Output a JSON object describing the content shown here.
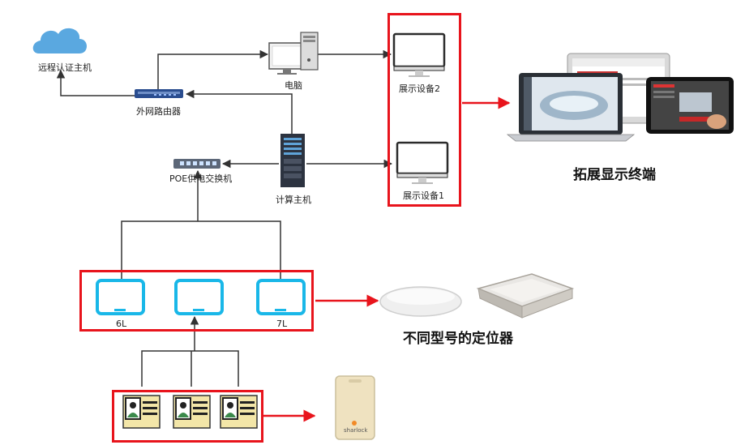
{
  "labels": {
    "cloud": "远程认证主机",
    "router": "外网路由器",
    "pc": "电脑",
    "display2": "展示设备2",
    "display1": "展示设备1",
    "poe": "POE供电交换机",
    "compute": "计算主机",
    "tablet1": "6L",
    "tablet3": "7L",
    "ext_display_caption": "拓展显示终端",
    "locator_caption": "不同型号的定位器"
  },
  "colors": {
    "red_frame": "#e8141c",
    "tablet_blue": "#19b7e8",
    "line": "#333333",
    "cloud_blue": "#5aa8e0",
    "badge_yellow": "#f3e6a8"
  },
  "icons": {
    "cloud": "cloud-icon",
    "router": "router-icon",
    "switch": "switch-icon",
    "server": "server-tower-icon",
    "pc": "desktop-pc-icon",
    "monitor": "monitor-icon",
    "tablet": "tablet-icon",
    "badge": "id-badge-icon",
    "locator": "ceiling-locator-icon",
    "tag": "tag-device-icon",
    "device_group": "laptop-devices-icon"
  },
  "tag_brand": "sharlock"
}
